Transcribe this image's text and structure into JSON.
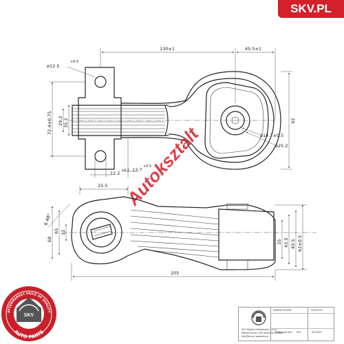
{
  "brand": {
    "label": "SKV.PL",
    "color": "#d3202a"
  },
  "watermark": {
    "text": "Autoksztalt"
  },
  "dimensions": {
    "length_130": "130±1",
    "length_45_5": "45.5±1",
    "hole_12_5": "ø12.5",
    "hole_12_5_tol": "+0.5",
    "height_72_4": "72.4±0.75",
    "d_29_2": "29.2",
    "d_35_2": "35.2",
    "height_92": "92",
    "bore_14_7": "ø14.7±0.5",
    "bore_25_2": "ø25.2",
    "d_12_2": "12.2",
    "d_12_2_tol": "+0.5",
    "d_13_7": "13.7",
    "d_13_7_tol": "+0.5",
    "d_25_5": "25.5",
    "angle": "6.48°",
    "d_68": "68",
    "d_65": "65",
    "d_12": "12",
    "d_35": "35",
    "d_43_5": "43.5",
    "d_49_5": "49.5",
    "d_62_0_5": "62±0.5",
    "length_205": "205"
  },
  "seal": {
    "top_text": "AFTERMARKET PRICE OF QUALITY",
    "center_text": "SKV",
    "bottom_text": "AUTO PARTS",
    "color": "#c8202a"
  },
  "title_block": {
    "name_label": "ENGINE MOUNT",
    "part_number": "73SKV374",
    "ref_code": "50880-T0A-A01",
    "sheet": "001",
    "date": "05/2023",
    "company_line1": "SKV Mojsiuk Wielopolski S.K.A.",
    "company_line2": "Pabianicka 61-345 Wrocław. Kraków",
    "company_line3": "info@skv.pl www.skv.pl"
  }
}
